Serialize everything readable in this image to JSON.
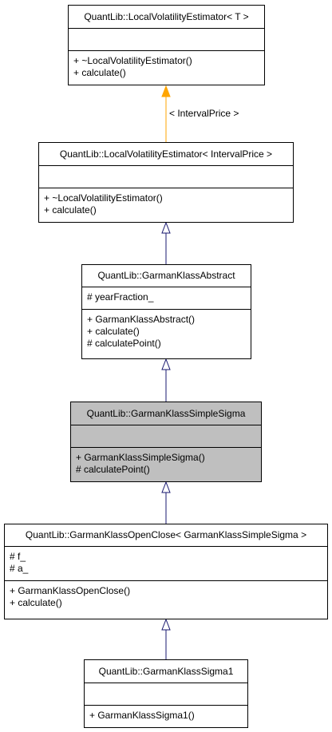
{
  "classes": [
    {
      "id": "lve_t",
      "title": "QuantLib::LocalVolatilityEstimator< T >",
      "attributes": [],
      "methods": [
        "+ ~LocalVolatilityEstimator()",
        "+ calculate()"
      ],
      "highlighted": false
    },
    {
      "id": "lve_ip",
      "title": "QuantLib::LocalVolatilityEstimator< IntervalPrice >",
      "attributes": [],
      "methods": [
        "+ ~LocalVolatilityEstimator()",
        "+ calculate()"
      ],
      "highlighted": false
    },
    {
      "id": "gka",
      "title": "QuantLib::GarmanKlassAbstract",
      "attributes": [
        "# yearFraction_"
      ],
      "methods": [
        "+ GarmanKlassAbstract()",
        "+ calculate()",
        "# calculatePoint()"
      ],
      "highlighted": false
    },
    {
      "id": "gkss",
      "title": "QuantLib::GarmanKlassSimpleSigma",
      "attributes": [],
      "methods": [
        "+ GarmanKlassSimpleSigma()",
        "# calculatePoint()"
      ],
      "highlighted": true
    },
    {
      "id": "gkoc",
      "title": "QuantLib::GarmanKlassOpenClose< GarmanKlassSimpleSigma >",
      "attributes": [
        "# f_",
        "# a_"
      ],
      "methods": [
        "+ GarmanKlassOpenClose()",
        "+ calculate()"
      ],
      "highlighted": false
    },
    {
      "id": "gks1",
      "title": "QuantLib::GarmanKlassSigma1",
      "attributes": [],
      "methods": [
        "+ GarmanKlassSigma1()"
      ],
      "highlighted": false
    }
  ],
  "edges": [
    {
      "from": "lve_ip",
      "to": "lve_t",
      "kind": "template-instantiation",
      "label": "< IntervalPrice >",
      "color": "#ffa500"
    },
    {
      "from": "gka",
      "to": "lve_ip",
      "kind": "inheritance",
      "label": "",
      "color": "#191970"
    },
    {
      "from": "gkss",
      "to": "gka",
      "kind": "inheritance",
      "label": "",
      "color": "#191970"
    },
    {
      "from": "gkoc",
      "to": "gkss",
      "kind": "inheritance",
      "label": "",
      "color": "#191970"
    },
    {
      "from": "gks1",
      "to": "gkoc",
      "kind": "inheritance",
      "label": "",
      "color": "#191970"
    }
  ]
}
